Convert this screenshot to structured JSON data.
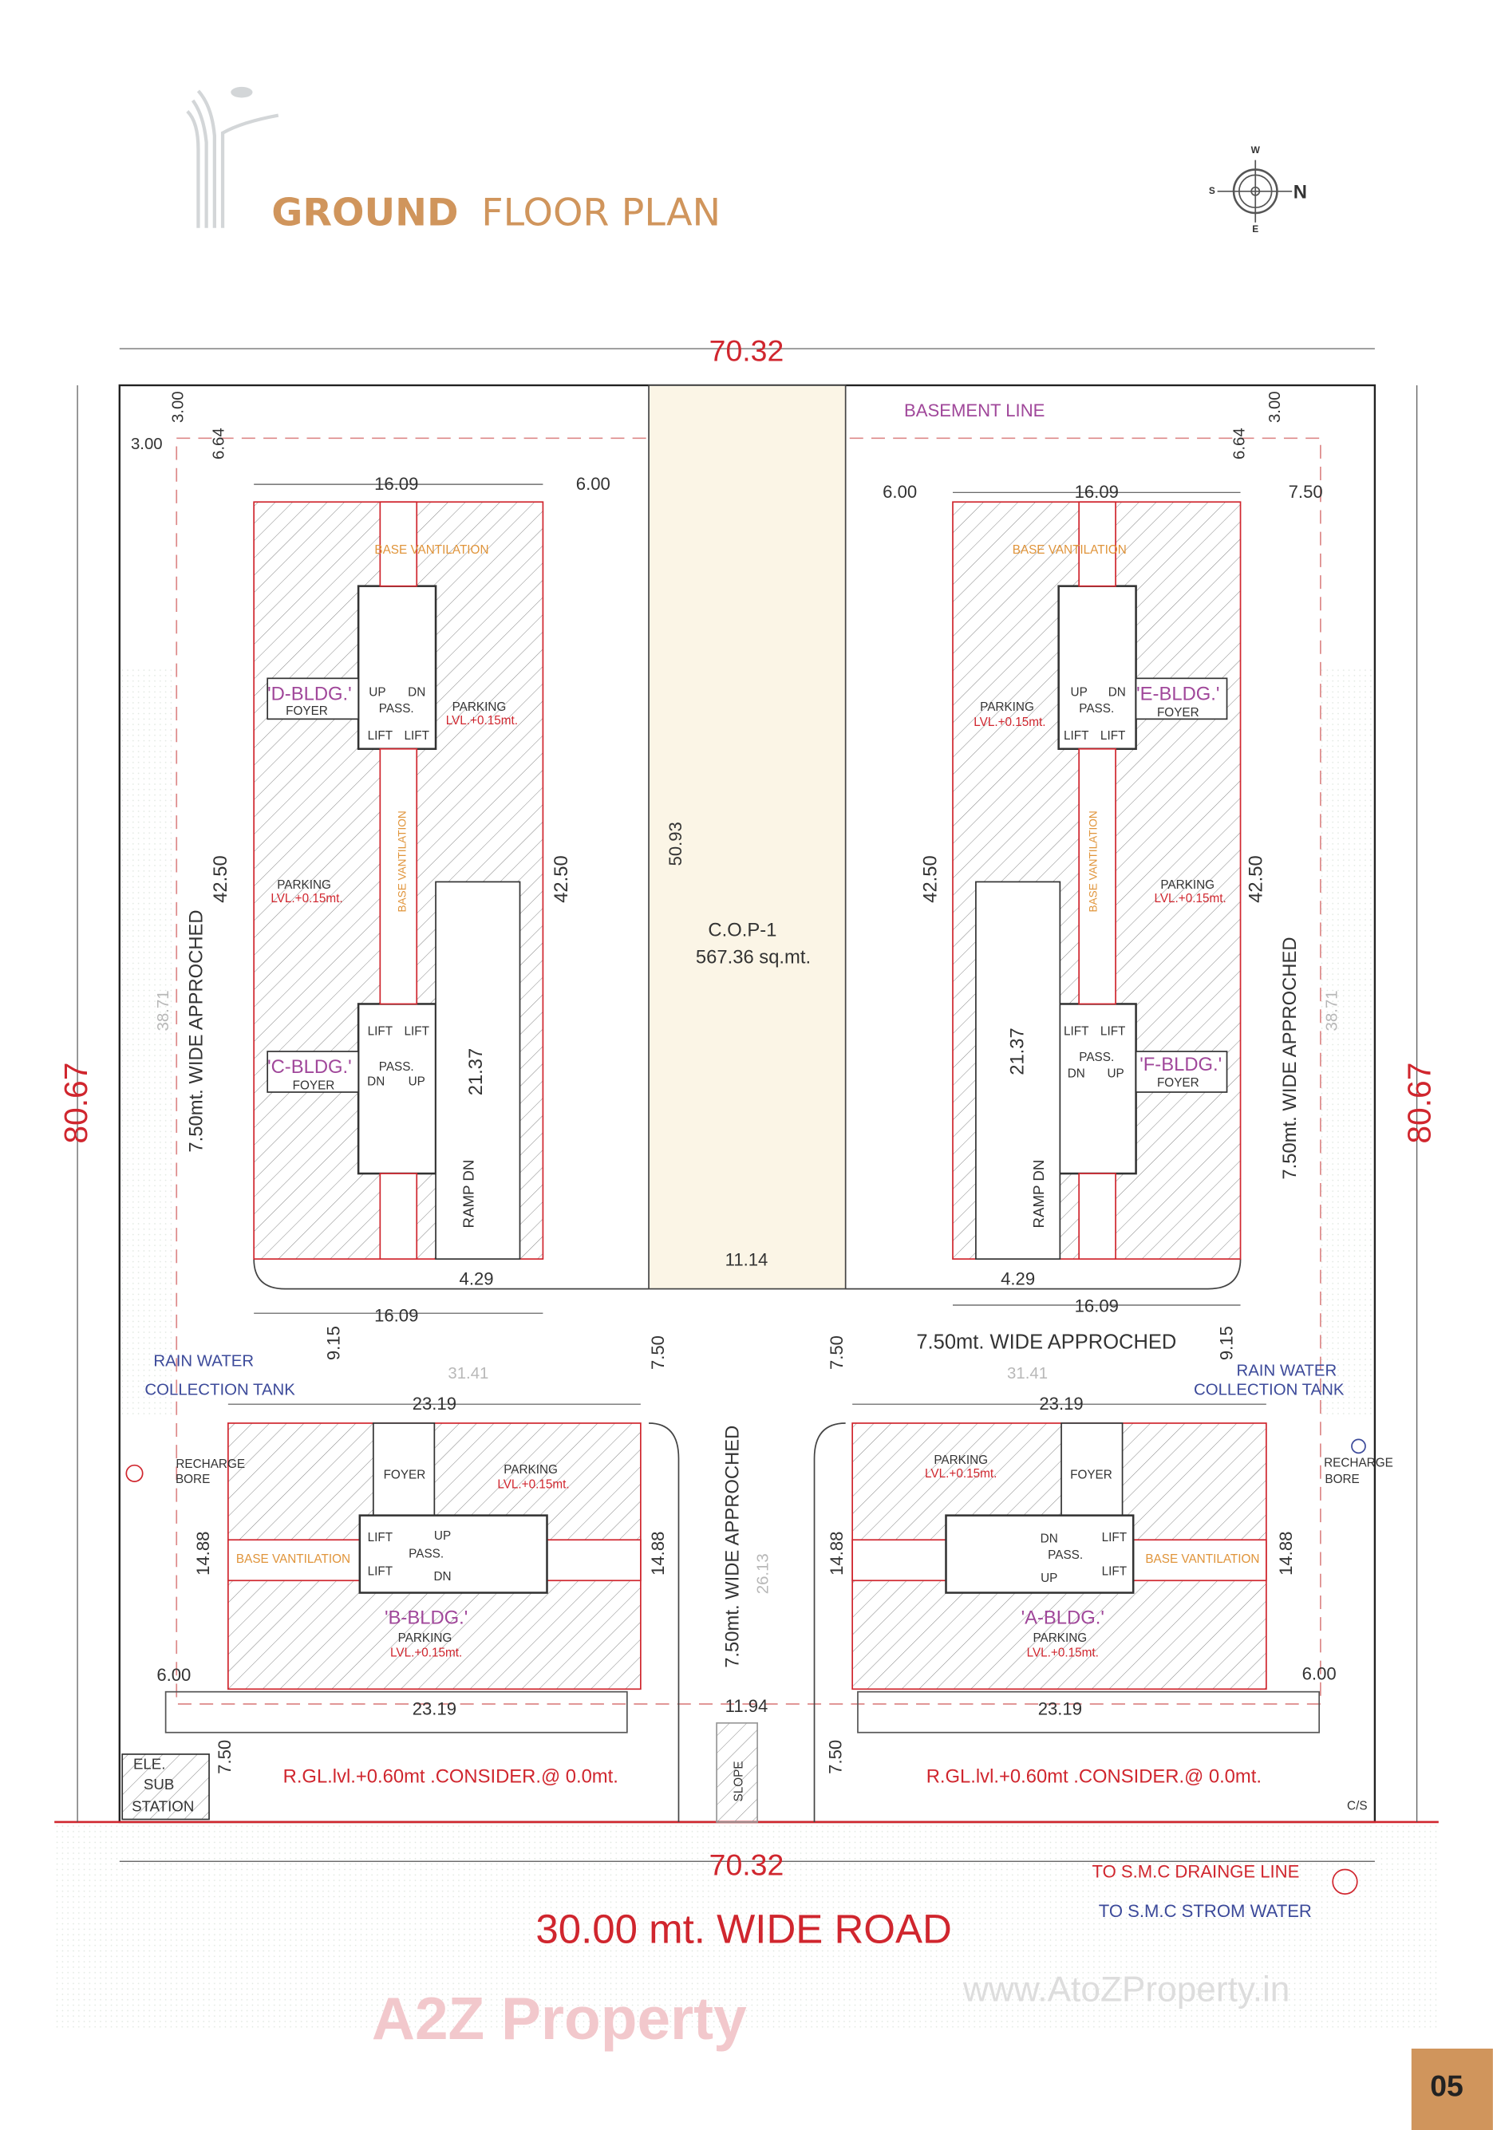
{
  "header": {
    "title_bold": "GROUND",
    "title_rest": "FLOOR PLAN"
  },
  "compass": {
    "w": "W",
    "s": "S",
    "n": "N",
    "e": "E"
  },
  "page_number": "05",
  "colors": {
    "accent": "#d0955c",
    "dimension_red": "#d0262e",
    "building_purple": "#a0479a",
    "ventilation_orange": "#e0943a",
    "utility_blue": "#3c4a9a",
    "cop_fill": "#fbf5e6"
  },
  "plan": {
    "dim_top": "70.32",
    "dim_bottom": "70.32",
    "dim_left": "80.67",
    "dim_right": "80.67",
    "d_3_00_a": "3.00",
    "d_3_00_b": "3.00",
    "d_3_00_c": "3.00",
    "d_6_64_l": "6.64",
    "d_6_64_r": "6.64",
    "d_16_09_tl": "16.09",
    "d_6_00_tl": "6.00",
    "d_6_00_tr": "6.00",
    "d_16_09_tr": "16.09",
    "d_7_50_tr": "7.50",
    "basement_line": "BASEMENT LINE",
    "vent_d": "BASE VANTILATION",
    "vent_e": "BASE VANTILATION",
    "vent_d_v": "BASE VANTILATION",
    "vent_e_v": "BASE VANTILATION",
    "d_bldg": "'D-BLDG.'",
    "c_bldg": "'C-BLDG.'",
    "e_bldg": "'E-BLDG.'",
    "f_bldg": "'F-BLDG.'",
    "b_bldg": "'B-BLDG.'",
    "a_bldg": "'A-BLDG.'",
    "foyer": "FOYER",
    "up": "UP",
    "dn": "DN",
    "pass": "PASS.",
    "lift": "LIFT",
    "parking": "PARKING",
    "lvl": "LVL.+0.15mt.",
    "d_42_50": "42.50",
    "d_21_37": "21.37",
    "d_4_29": "4.29",
    "d_16_09": "16.09",
    "d_9_15": "9.15",
    "d_38_71": "38.71",
    "wide_approach": "7.50mt. WIDE APPROCHED",
    "ramp_dn": "RAMP DN",
    "d_50_93": "50.93",
    "cop_name": "C.O.P-1",
    "cop_area": "567.36 sq.mt.",
    "d_11_14": "11.14",
    "d_7_50": "7.50",
    "d_31_41": "31.41",
    "rain_water": "RAIN WATER",
    "collection_tank": "COLLECTION  TANK",
    "recharge": "RECHARGE",
    "bore": "BORE",
    "d_23_19": "23.19",
    "d_14_88": "14.88",
    "d_6_00": "6.00",
    "d_11_94": "11.94",
    "d_26_13": "26.13",
    "ele": "ELE.",
    "sub": "SUB",
    "station": "STATION",
    "rgl": "R.GL.lvl.+0.60mt .CONSIDER.@ 0.0mt.",
    "slope": "SLOPE",
    "cs": "C/S",
    "drain_line": "TO  S.M.C  DRAINGE LINE",
    "storm_water": "TO S.M.C STROM WATER",
    "road": "30.00 mt. WIDE  ROAD"
  },
  "watermarks": {
    "site": "www.AtoZProperty.in",
    "brand": "A2Z Property"
  }
}
